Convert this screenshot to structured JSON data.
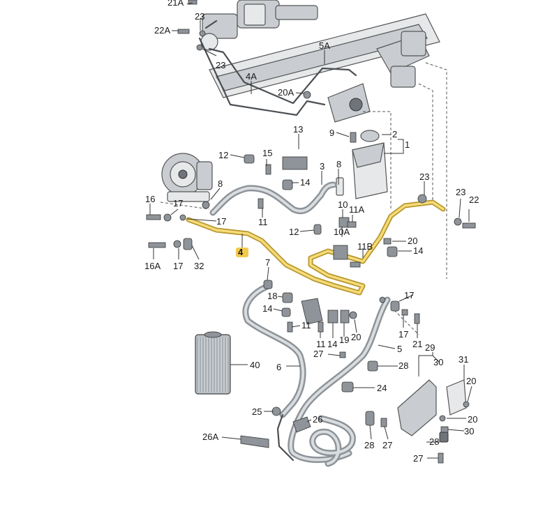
{
  "labels": [
    {
      "id": "l01",
      "text": "21A"
    },
    {
      "id": "l02",
      "text": "23"
    },
    {
      "id": "l03",
      "text": "22A"
    },
    {
      "id": "l04",
      "text": "23"
    },
    {
      "id": "l05",
      "text": "5A"
    },
    {
      "id": "l06",
      "text": "4A"
    },
    {
      "id": "l07",
      "text": "20A"
    },
    {
      "id": "l08",
      "text": "13"
    },
    {
      "id": "l09",
      "text": "9"
    },
    {
      "id": "l10",
      "text": "2"
    },
    {
      "id": "l11",
      "text": "1"
    },
    {
      "id": "l12",
      "text": "12"
    },
    {
      "id": "l13",
      "text": "15"
    },
    {
      "id": "l14",
      "text": "3"
    },
    {
      "id": "l15",
      "text": "8"
    },
    {
      "id": "l16",
      "text": "8"
    },
    {
      "id": "l17",
      "text": "14"
    },
    {
      "id": "l18",
      "text": "23"
    },
    {
      "id": "l19",
      "text": "16"
    },
    {
      "id": "l20",
      "text": "17"
    },
    {
      "id": "l21",
      "text": "17"
    },
    {
      "id": "l22",
      "text": "11"
    },
    {
      "id": "l23",
      "text": "10"
    },
    {
      "id": "l24",
      "text": "11A"
    },
    {
      "id": "l25",
      "text": "23"
    },
    {
      "id": "l26",
      "text": "22"
    },
    {
      "id": "l27",
      "text": "12"
    },
    {
      "id": "l28",
      "text": "10A"
    },
    {
      "id": "l29",
      "text": "20"
    },
    {
      "id": "l30",
      "text": "11B"
    },
    {
      "id": "l31",
      "text": "14"
    },
    {
      "id": "l32",
      "text": "16A"
    },
    {
      "id": "l33",
      "text": "17"
    },
    {
      "id": "l34",
      "text": "32"
    },
    {
      "id": "l35",
      "text": "4"
    },
    {
      "id": "l36",
      "text": "7"
    },
    {
      "id": "l37",
      "text": "18"
    },
    {
      "id": "l38",
      "text": "17"
    },
    {
      "id": "l39",
      "text": "14"
    },
    {
      "id": "l40",
      "text": "11"
    },
    {
      "id": "l41",
      "text": "11"
    },
    {
      "id": "l42",
      "text": "14"
    },
    {
      "id": "l43",
      "text": "19"
    },
    {
      "id": "l44",
      "text": "20"
    },
    {
      "id": "l45",
      "text": "17"
    },
    {
      "id": "l46",
      "text": "21"
    },
    {
      "id": "l47",
      "text": "5"
    },
    {
      "id": "l48",
      "text": "29"
    },
    {
      "id": "l49",
      "text": "27"
    },
    {
      "id": "l50",
      "text": "28"
    },
    {
      "id": "l51",
      "text": "30"
    },
    {
      "id": "l52",
      "text": "40"
    },
    {
      "id": "l53",
      "text": "6"
    },
    {
      "id": "l54",
      "text": "31"
    },
    {
      "id": "l55",
      "text": "24"
    },
    {
      "id": "l56",
      "text": "20"
    },
    {
      "id": "l57",
      "text": "25"
    },
    {
      "id": "l58",
      "text": "26"
    },
    {
      "id": "l59",
      "text": "20"
    },
    {
      "id": "l60",
      "text": "26A"
    },
    {
      "id": "l61",
      "text": "30"
    },
    {
      "id": "l62",
      "text": "28"
    },
    {
      "id": "l63",
      "text": "27"
    },
    {
      "id": "l64",
      "text": "28"
    },
    {
      "id": "l65",
      "text": "27"
    }
  ],
  "colors": {
    "highlight_pipe": "#f4dc79",
    "highlight_pipe_edge": "#b8962e",
    "highlight_label_bg": "#f2c94c",
    "hose": "#8d9398",
    "metal": "#c9cdd1"
  }
}
